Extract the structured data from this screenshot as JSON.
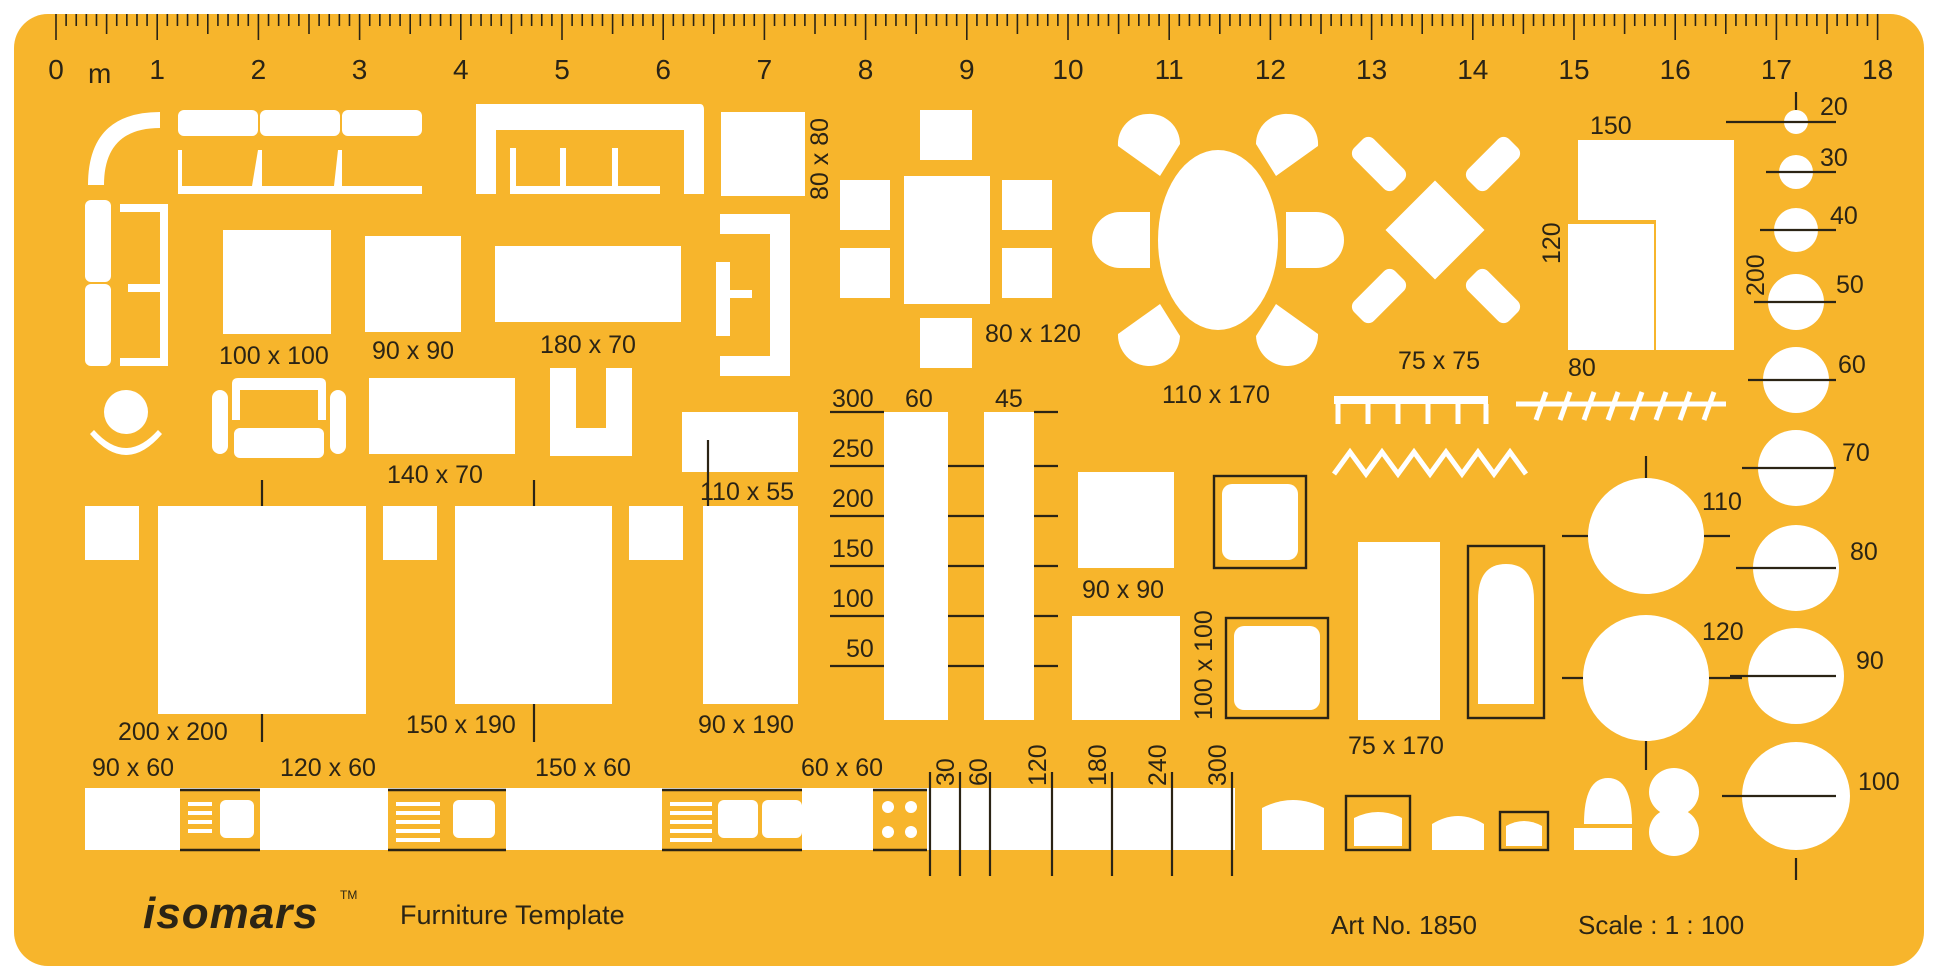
{
  "colors": {
    "plate": "#f7b52c",
    "ink": "#2b2415",
    "cutout": "#ffffff"
  },
  "ruler": {
    "unit": "m",
    "numbers": [
      "0",
      "1",
      "2",
      "3",
      "4",
      "5",
      "6",
      "7",
      "8",
      "9",
      "10",
      "11",
      "12",
      "13",
      "14",
      "15",
      "16",
      "17",
      "18"
    ]
  },
  "brand": {
    "name": "isomars",
    "trademark": "TM",
    "product": "Furniture Template"
  },
  "footer": {
    "art_no": "Art No. 1850",
    "scale": "Scale : 1 : 100"
  },
  "labels": {
    "bed_100": "100 x 100",
    "table_90": "90 x 90",
    "table_180": "180 x 70",
    "table_140": "140 x 70",
    "table_110": "110 x 55",
    "sq_80": "80 x 80",
    "dining_80": "80 x 120",
    "oval_110": "110 x 170",
    "diamond_75": "75 x 75",
    "l_150": "150",
    "l_120": "120",
    "l_80": "80",
    "bed_200": "200 x 200",
    "bed_150": "150 x 190",
    "bed_90": "90 x 190",
    "sq2_90": "90 x 90",
    "sink_100": "100 x 100",
    "bath_75": "75 x 170",
    "counter_90": "90 x 60",
    "counter_120": "120 x 60",
    "counter_150": "150 x 60",
    "counter_60": "60 x 60",
    "w60": "60",
    "w45": "45",
    "h300": "300",
    "h250": "250",
    "h200": "200",
    "h150": "150",
    "h100": "100",
    "h50": "50",
    "d30": "30",
    "d60": "60",
    "d120": "120",
    "d180": "180",
    "d240": "240",
    "d300": "300",
    "v200": "200",
    "c20": "20",
    "c30": "30",
    "c40": "40",
    "c50": "50",
    "c60": "60",
    "c70": "70",
    "c80": "80",
    "c90": "90",
    "c100": "100",
    "r110": "110",
    "r120": "120"
  }
}
